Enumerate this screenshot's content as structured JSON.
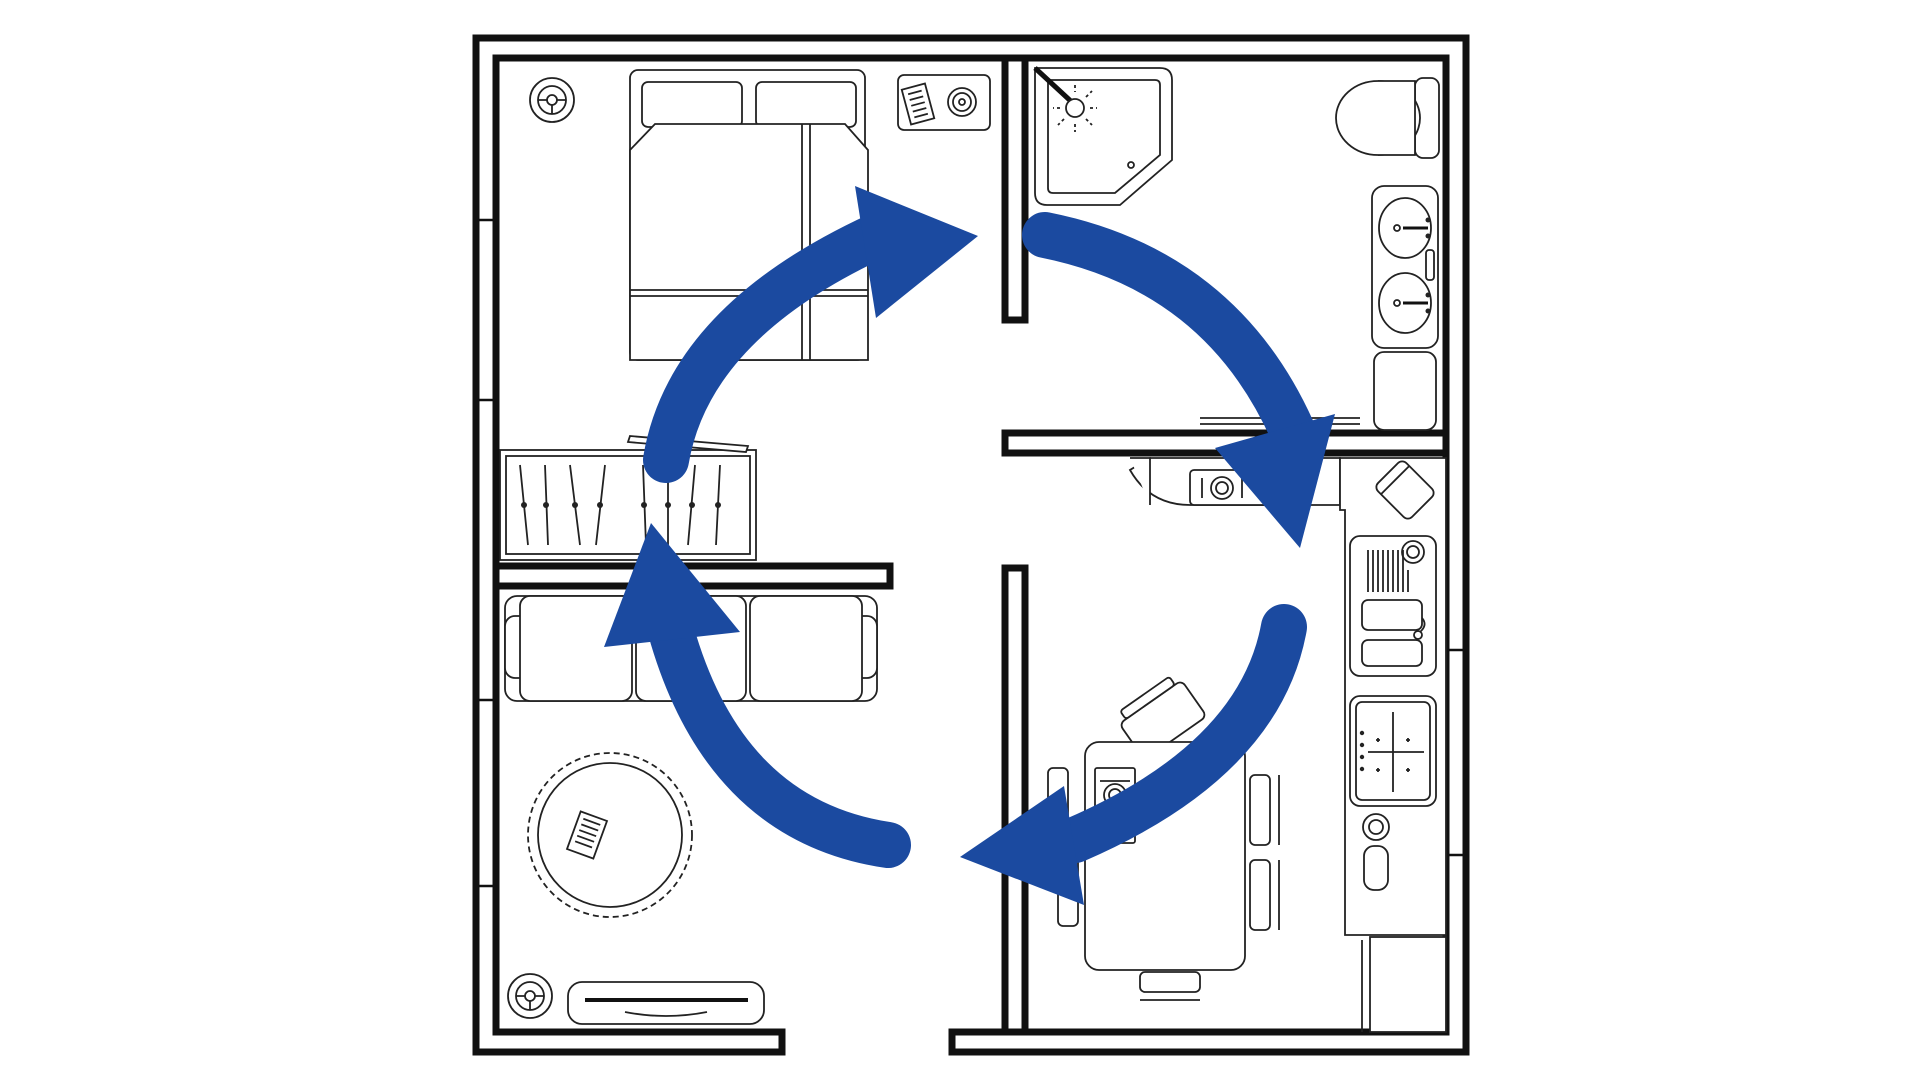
{
  "diagram": {
    "kind": "floor-plan-cycle",
    "rooms": [
      "bedroom",
      "bathroom",
      "kitchen-dining",
      "living-room"
    ],
    "cycle_direction": "clockwise",
    "arrow_count": 4,
    "colors": {
      "arrow": "#1b4aa0",
      "walls": "#111111",
      "furniture_stroke": "#222222",
      "background": "#ffffff"
    }
  }
}
